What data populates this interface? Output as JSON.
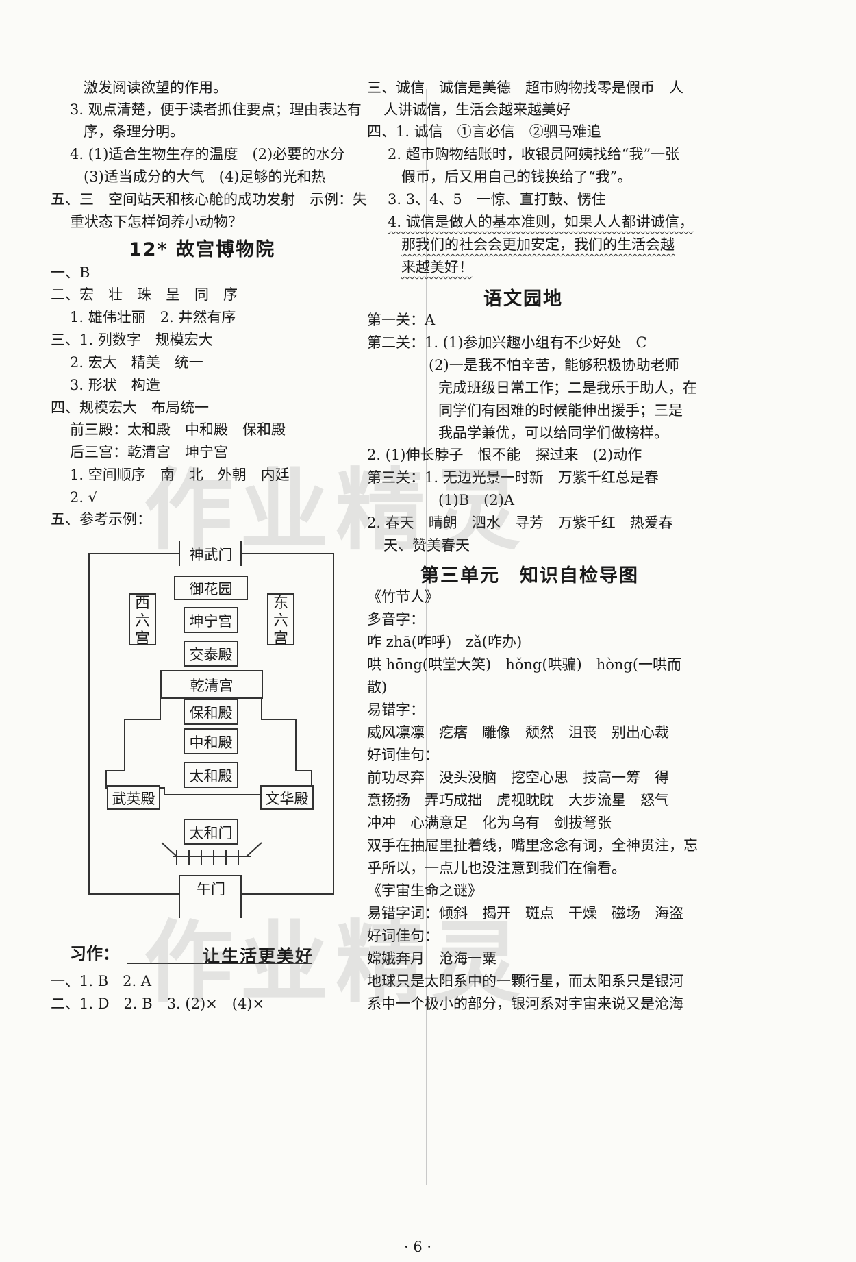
{
  "left": {
    "lines": [
      "激发阅读欲望的作用。",
      "3. 观点清楚，便于读者抓住要点；理由表达有",
      "序，条理分明。",
      "4. (1)适合生物生存的温度　(2)必要的水分",
      "(3)适当成分的大气　(4)足够的光和热",
      "五、三　空间站天和核心舱的成功发射　示例：失",
      "重状态下怎样饲养小动物？"
    ],
    "section12_title": "12* 故宫博物院",
    "section12_lines": [
      "一、B",
      "二、宏　壮　珠　呈　同　序",
      "1. 雄伟壮丽　2. 井然有序",
      "三、1. 列数字　规模宏大",
      "2. 宏大　精美　统一",
      "3. 形状　构造",
      "四、规模宏大　布局统一",
      "前三殿：太和殿　中和殿　保和殿",
      "后三宫：乾清宫　坤宁宫",
      "1. 空间顺序　南　北　外朝　内廷",
      "2. √",
      "五、参考示例："
    ],
    "diagram": {
      "shenwumen": "神武门",
      "yuhuayuan": "御花园",
      "xiliugong": "西六宫",
      "dongliugong": "东六宫",
      "kunninggong": "坤宁宫",
      "jiaotaidian": "交泰殿",
      "qianqinggong": "乾清宫",
      "baohedian": "保和殿",
      "zhonghedian": "中和殿",
      "taihedian": "太和殿",
      "wuyingdian": "武英殿",
      "wenhuadian": "文华殿",
      "taihemen": "太和门",
      "wumen": "午门"
    },
    "xizuo_prefix": "习作：",
    "xizuo_title": "让生活更美好",
    "xizuo_lines": [
      "一、1. B　2. A",
      "二、1. D　2. B　3. (2)×　(4)×"
    ]
  },
  "right": {
    "lines_top": [
      "三、诚信　诚信是美德　超市购物找零是假币　人",
      "人讲诚信，生活会越来越美好",
      "四、1. 诚信　①言必信　②驷马难追",
      "2. 超市购物结账时，收银员阿姨找给“我”一张",
      "假币，后又用自己的钱换给了“我”。",
      "3. 3、4、5　一惊、直打鼓、愣住"
    ],
    "wavy_lines": [
      "4. 诚信是做人的基本准则，如果人人都讲诚信，",
      "那我们的社会会更加安定，我们的生活会越",
      "来越美好！"
    ],
    "yuwen_title": "语文园地",
    "yuwen_lines": [
      "第一关：A",
      "第二关：1. (1)参加兴趣小组有不少好处　C",
      "(2)一是我不怕辛苦，能够积极协助老师",
      "完成班级日常工作；二是我乐于助人，在",
      "同学们有困难的时候能伸出援手；三是",
      "我品学兼优，可以给同学们做榜样。",
      "2. (1)伸长脖子　恨不能　探过来　(2)动作",
      "第三关：1. 无边光景一时新　万紫千红总是春",
      "(1)B　(2)A",
      "2. 春天　晴朗　泗水　寻芳　万紫千红　热爱春",
      "天、赞美春天"
    ],
    "unit3_title": "第三单元　知识自检导图",
    "unit3_lines": [
      "《竹节人》",
      "多音字：",
      "咋 zhā(咋呼)　zǎ(咋办)",
      "哄 hōng(哄堂大笑)　hǒng(哄骗)　hòng(一哄而",
      "散)",
      "易错字：",
      "威风凛凛　疙瘩　雕像　颓然　沮丧　别出心裁",
      "好词佳句：",
      "前功尽弃　没头没脑　挖空心思　技高一筹　得",
      "意扬扬　弄巧成拙　虎视眈眈　大步流星　怒气",
      "冲冲　心满意足　化为乌有　剑拔弩张",
      "双手在抽屉里扯着线，嘴里念念有词，全神贯注，忘",
      "乎所以，一点儿也没注意到我们在偷看。",
      "《宇宙生命之谜》",
      "易错字词：倾斜　揭开　斑点　干燥　磁场　海盗",
      "好词佳句：",
      "嫦娥奔月　沧海一粟",
      "地球只是太阳系中的一颗行星，而太阳系只是银河",
      "系中一个极小的部分，银河系对宇宙来说又是沧海"
    ]
  },
  "page_number": "· 6 ·",
  "watermark": "作业精灵"
}
